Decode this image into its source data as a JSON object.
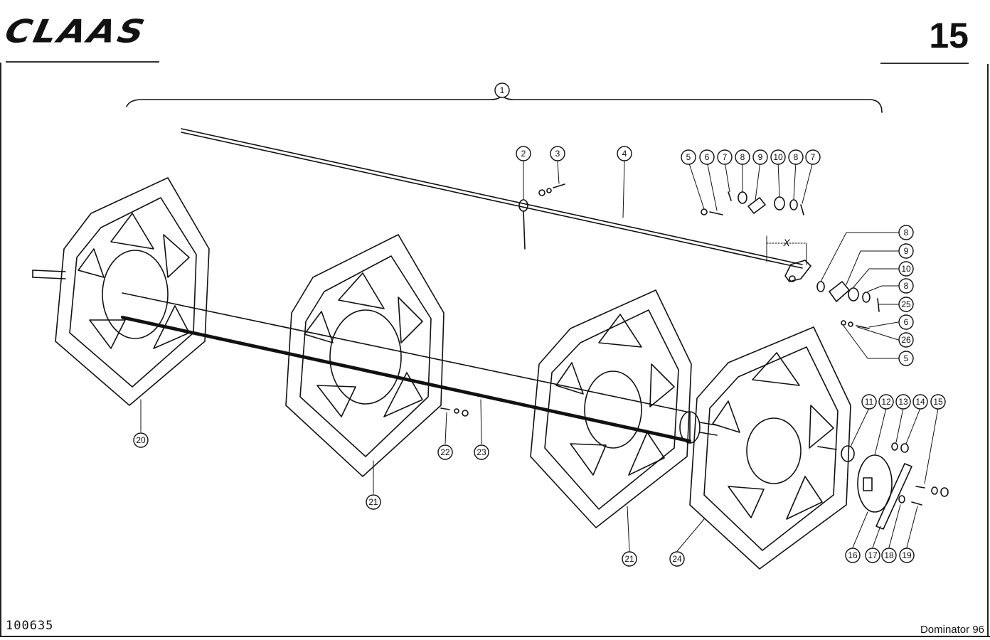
{
  "header": {
    "brand": "CLAAS",
    "page_number": "15"
  },
  "footer": {
    "reference": "100635",
    "model": "Dominator 96"
  },
  "dimension": {
    "label": "X"
  },
  "callouts": [
    {
      "id": "c1",
      "label": "1"
    },
    {
      "id": "c2",
      "label": "2"
    },
    {
      "id": "c3",
      "label": "3"
    },
    {
      "id": "c4",
      "label": "4"
    },
    {
      "id": "c5a",
      "label": "5"
    },
    {
      "id": "c6a",
      "label": "6"
    },
    {
      "id": "c7a",
      "label": "7"
    },
    {
      "id": "c8a",
      "label": "8"
    },
    {
      "id": "c9a",
      "label": "9"
    },
    {
      "id": "c10a",
      "label": "10"
    },
    {
      "id": "c8b",
      "label": "8"
    },
    {
      "id": "c7b",
      "label": "7"
    },
    {
      "id": "c8c",
      "label": "8"
    },
    {
      "id": "c9b",
      "label": "9"
    },
    {
      "id": "c10b",
      "label": "10"
    },
    {
      "id": "c8d",
      "label": "8"
    },
    {
      "id": "c25",
      "label": "25"
    },
    {
      "id": "c6b",
      "label": "6"
    },
    {
      "id": "c26",
      "label": "26"
    },
    {
      "id": "c5b",
      "label": "5"
    },
    {
      "id": "c11",
      "label": "11"
    },
    {
      "id": "c12",
      "label": "12"
    },
    {
      "id": "c13",
      "label": "13"
    },
    {
      "id": "c14",
      "label": "14"
    },
    {
      "id": "c15",
      "label": "15"
    },
    {
      "id": "c16",
      "label": "16"
    },
    {
      "id": "c17",
      "label": "17"
    },
    {
      "id": "c18",
      "label": "18"
    },
    {
      "id": "c19",
      "label": "19"
    },
    {
      "id": "c20",
      "label": "20"
    },
    {
      "id": "c21a",
      "label": "21"
    },
    {
      "id": "c22",
      "label": "22"
    },
    {
      "id": "c23",
      "label": "23"
    },
    {
      "id": "c21b",
      "label": "21"
    },
    {
      "id": "c24",
      "label": "24"
    }
  ]
}
